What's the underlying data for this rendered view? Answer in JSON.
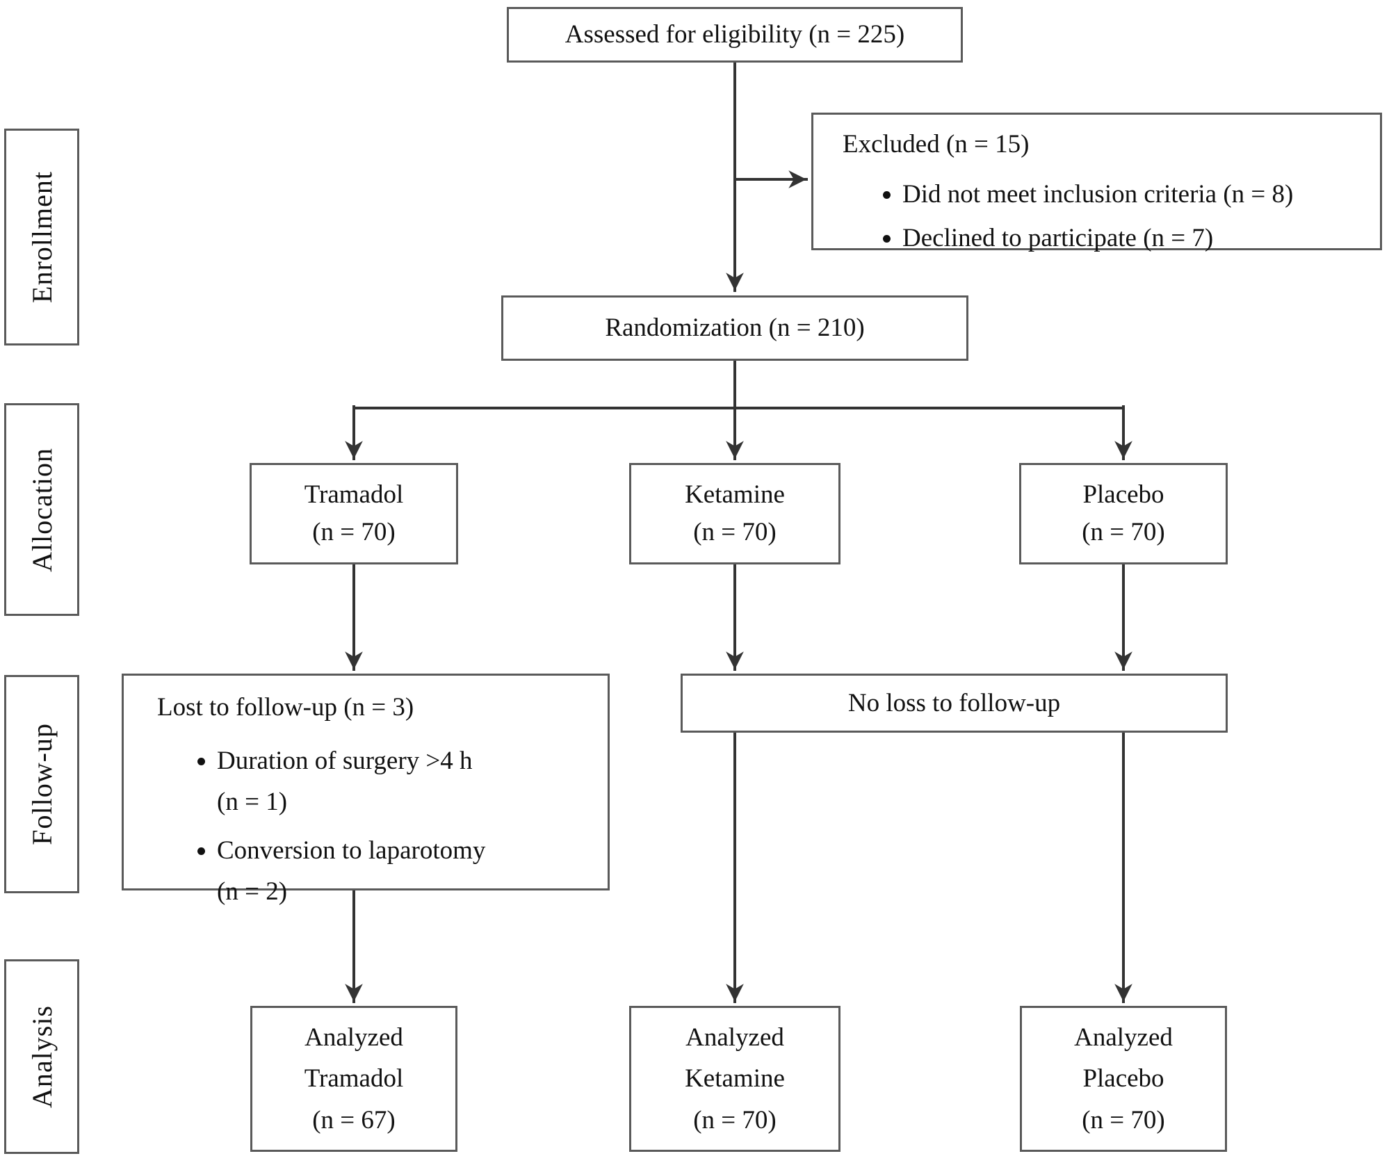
{
  "colors": {
    "line": "#333333",
    "box_border": "#5a5a5a",
    "text": "#111111"
  },
  "stages": {
    "enrollment": "Enrollment",
    "allocation": "Allocation",
    "followup": "Follow-up",
    "analysis": "Analysis"
  },
  "flow": {
    "assessed": {
      "text": "Assessed for eligibility (n = 225)"
    },
    "excluded": {
      "title": "Excluded (n = 15)",
      "bullets": [
        "Did not meet inclusion criteria (n = 8)",
        "Declined to participate (n = 7)"
      ]
    },
    "randomization": {
      "text": "Randomization (n = 210)"
    },
    "arms": [
      {
        "name": "Tramadol",
        "n": "(n = 70)"
      },
      {
        "name": "Ketamine",
        "n": "(n = 70)"
      },
      {
        "name": "Placebo",
        "n": "(n = 70)"
      }
    ],
    "followup": {
      "lost": {
        "title": "Lost to follow-up (n = 3)",
        "bullets": [
          {
            "text": "Duration of surgery >4 h",
            "n": "(n = 1)"
          },
          {
            "text": "Conversion to laparotomy",
            "n": "(n = 2)"
          }
        ]
      },
      "no_loss": {
        "text": "No loss to follow-up"
      }
    },
    "analysis": [
      {
        "line1": "Analyzed",
        "line2": "Tramadol",
        "n": "(n = 67)"
      },
      {
        "line1": "Analyzed",
        "line2": "Ketamine",
        "n": "(n = 70)"
      },
      {
        "line1": "Analyzed",
        "line2": "Placebo",
        "n": "(n = 70)"
      }
    ]
  }
}
